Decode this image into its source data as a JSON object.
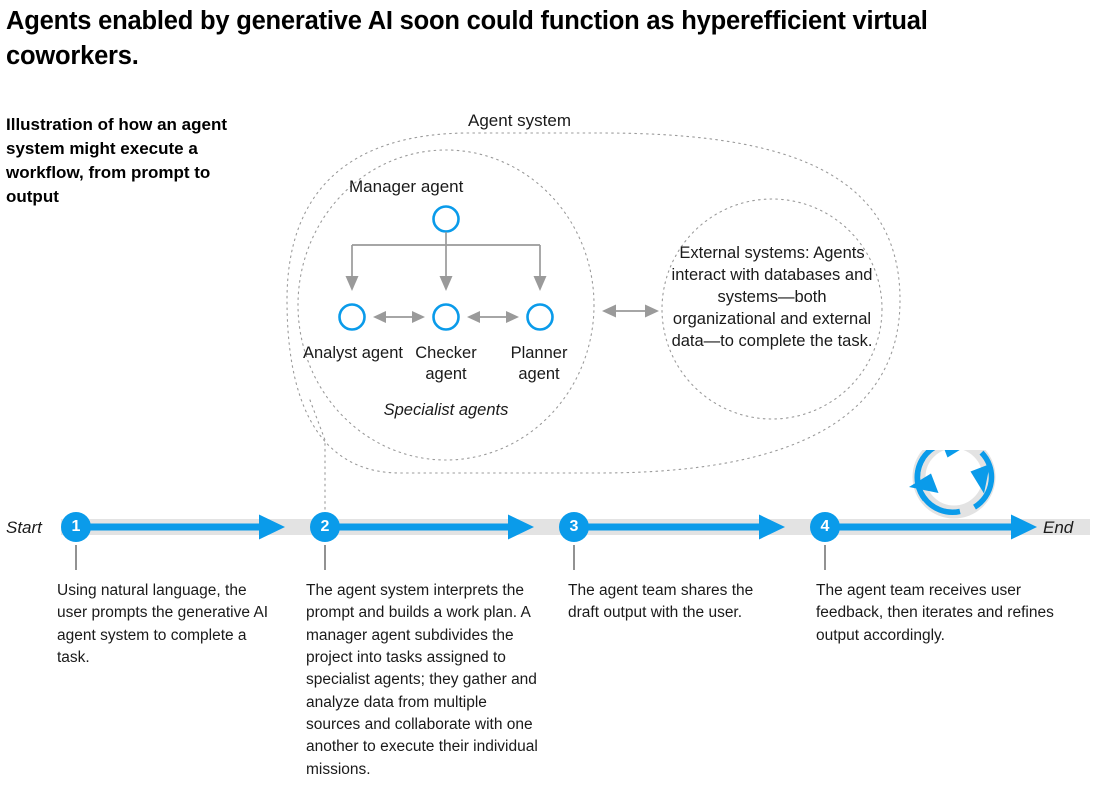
{
  "title": "Agents enabled by generative AI soon could function as hyperefficient virtual coworkers.",
  "deck": "Illustration of how an agent system might execute a workflow, from prompt to output",
  "colors": {
    "accent_blue": "#0a9bea",
    "node_blue": "#0a9bea",
    "track_gray": "#e3e3e3",
    "arrow_gray": "#9a9a9a",
    "dotted_gray": "#9b9b9b",
    "text": "#1a1a1a"
  },
  "diagram": {
    "agent_system_label": "Agent system",
    "manager_label": "Manager agent",
    "specialist_group_label": "Specialist agents",
    "specialists": [
      {
        "name": "Analyst agent"
      },
      {
        "name": "Checker agent"
      },
      {
        "name": "Planner agent"
      }
    ],
    "external_systems_text": "External systems: Agents interact with databases and systems—both organizational and external data—to complete the task."
  },
  "timeline": {
    "start_label": "Start",
    "end_label": "End",
    "loop_icon": "refresh-loop-icon",
    "steps": [
      {
        "number": "1",
        "caption": "Using natural language, the user prompts the generative AI agent system to complete a task."
      },
      {
        "number": "2",
        "caption": "The agent system interprets the prompt and builds a work plan. A manager agent subdivides the project into tasks assigned to specialist agents; they gather and analyze data from multiple sources and collaborate with one another to execute their individual missions."
      },
      {
        "number": "3",
        "caption": "The agent team shares the draft output with the user."
      },
      {
        "number": "4",
        "caption": "The agent team receives user feedback, then iterates and refines output accordingly."
      }
    ]
  }
}
